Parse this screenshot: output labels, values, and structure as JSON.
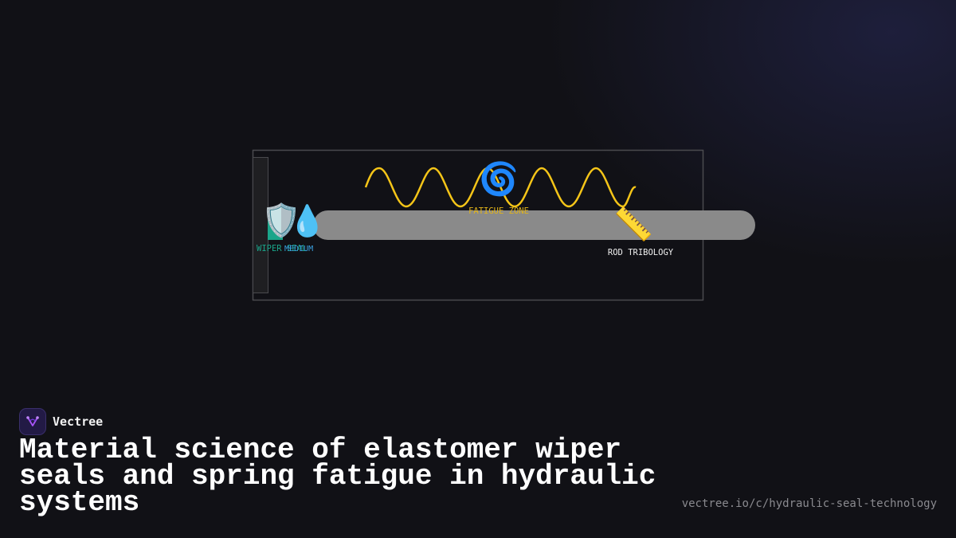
{
  "brand": {
    "name": "Vectree"
  },
  "title": "Material science of elastomer wiper seals and spring fatigue in hydraulic systems",
  "url": "vectree.io/c/hydraulic-seal-technology",
  "diagram": {
    "labels": {
      "wiper_seal": "WIPER SEAL",
      "medium": "MEDIUM",
      "fatigue_zone": "FATIGUE ZONE",
      "rod_tribology": "ROD TRIBOLOGY"
    },
    "icons": {
      "shield": "🛡️",
      "droplet": "💧",
      "cyclone": "🌀",
      "ruler": "📏"
    },
    "colors": {
      "wave": "#f5c518",
      "seal": "#1aa58a",
      "medium": "#3aa0e0",
      "fatigue_label": "#e2b41a",
      "rod": "#8a8a8a",
      "frame": "#4a4a4e"
    }
  }
}
